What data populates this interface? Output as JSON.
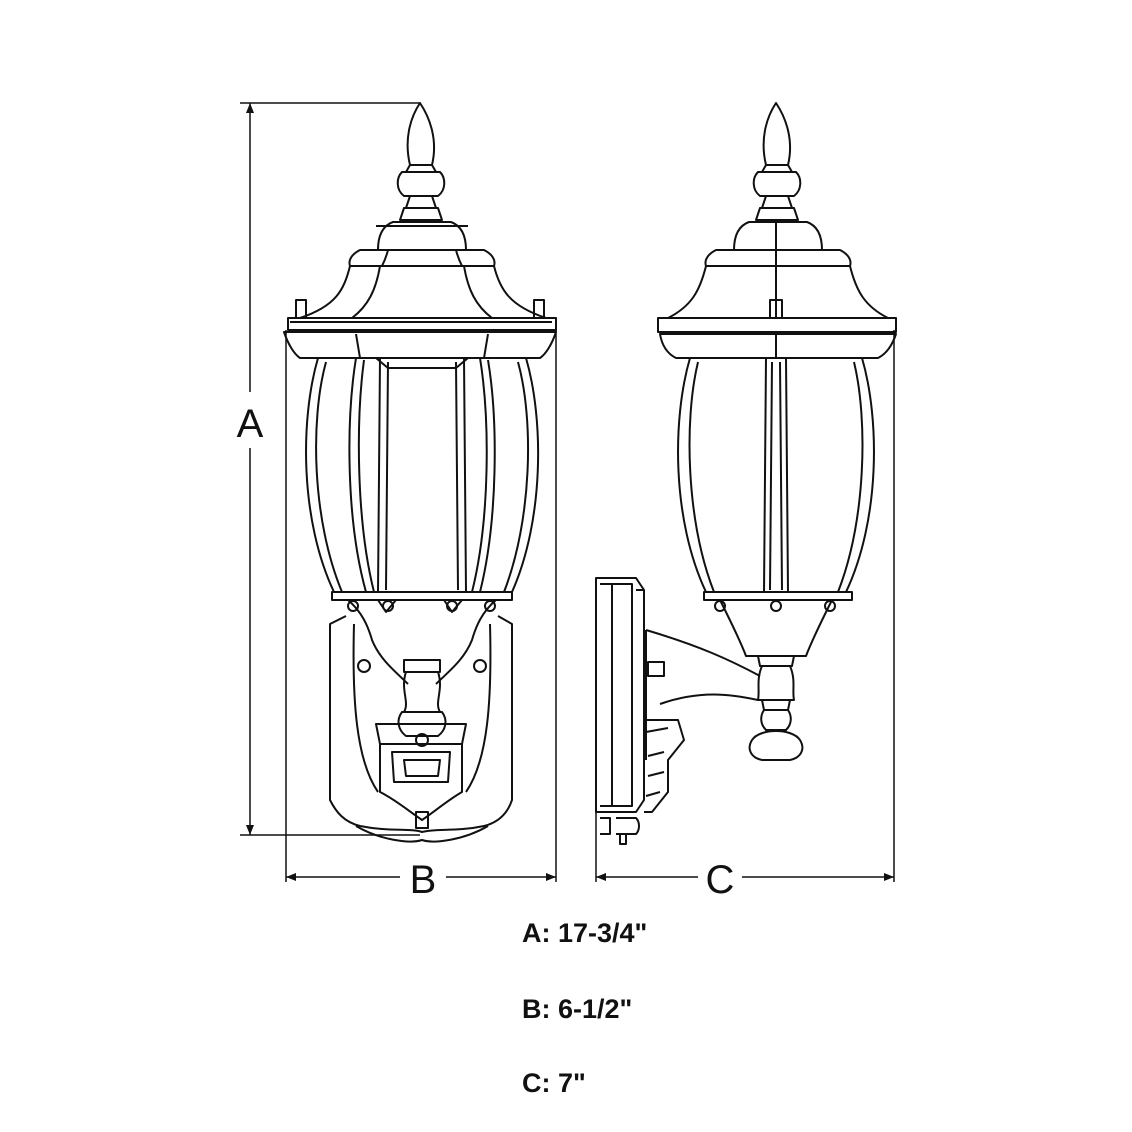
{
  "dimensions": {
    "a": {
      "letter": "A",
      "value": "17-3/4\""
    },
    "b": {
      "letter": "B",
      "value": "6-1/2\""
    },
    "c": {
      "letter": "C",
      "value": "7\""
    }
  },
  "specs": {
    "a": "A: 17-3/4\"",
    "b": "B: 6-1/2\"",
    "c": "C: 7\""
  },
  "colors": {
    "line": "#111111",
    "background": "#ffffff"
  }
}
